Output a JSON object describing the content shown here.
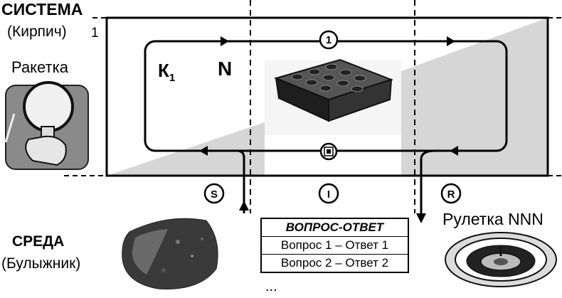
{
  "system": {
    "title": "СИСТЕМА",
    "subtitle": "(Кирпич)",
    "level_label": "1"
  },
  "racket": {
    "label": "Ракетка",
    "icon": "racket-hand-icon"
  },
  "loop": {
    "k_label": "К",
    "k_sub": "1",
    "n_label": "N",
    "top_marker": "1",
    "bottom_marker_icon": "target-square-icon"
  },
  "brick": {
    "icon": "lego-brick-icon"
  },
  "channels": {
    "s": "S",
    "i": "I",
    "r": "R"
  },
  "environment": {
    "title": "СРЕДА",
    "subtitle": "(Булыжник)",
    "icon": "cobblestone-icon"
  },
  "qa_table": {
    "header": "ВОПРОС-ОТВЕТ",
    "rows": [
      "Вопрос 1 – Ответ 1",
      "Вопрос 2 – Ответ 2"
    ],
    "ellipsis": "..."
  },
  "roulette": {
    "label": "Рулетка NNN",
    "icon": "roulette-wheel-icon"
  },
  "colors": {
    "shade": "#d6d6d6",
    "line": "#000000"
  }
}
